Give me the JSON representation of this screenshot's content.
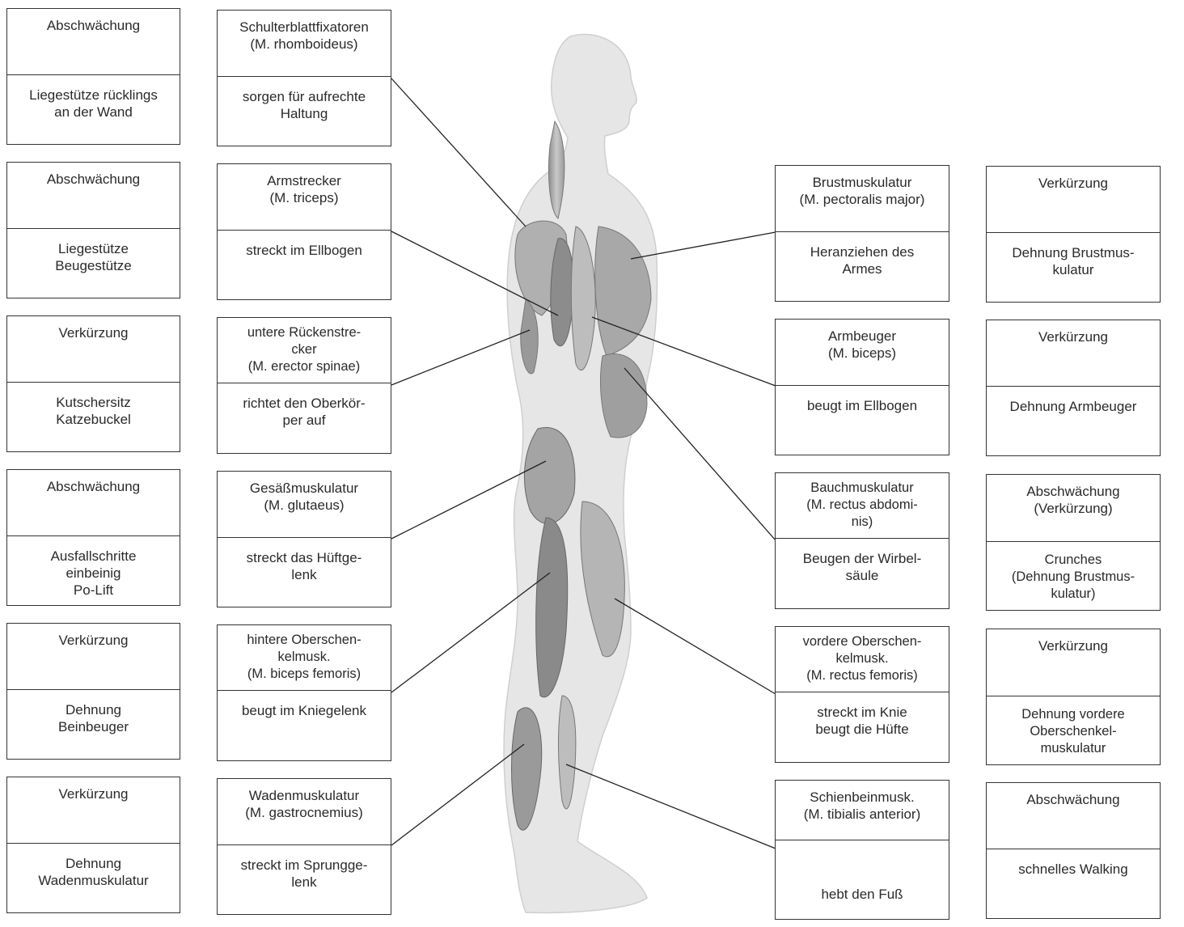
{
  "figure": "muscle-figure",
  "left_pairs": [
    {
      "effect": "Abschwächung",
      "exercise": "Liegestütze rücklings\nan der Wand",
      "muscle": "Schulterblattfixatoren\n(M. rhomboideus)",
      "function": "sorgen für aufrechte\nHaltung"
    },
    {
      "effect": "Abschwächung",
      "exercise": "Liegestütze\nBeugestütze",
      "muscle": "Armstrecker\n(M. triceps)",
      "function": "streckt im Ellbogen"
    },
    {
      "effect": "Verkürzung",
      "exercise": "Kutschersitz\nKatzebuckel",
      "muscle": "untere Rückenstre-\ncker\n(M. erector spinae)",
      "function": "richtet den Oberkör-\nper auf"
    },
    {
      "effect": "Abschwächung",
      "exercise": "Ausfallschritte\neinbeinig\nPo-Lift",
      "muscle": "Gesäßmuskulatur\n(M. glutaeus)",
      "function": "streckt das Hüftge-\nlenk"
    },
    {
      "effect": "Verkürzung",
      "exercise": "Dehnung\nBeinbeuger",
      "muscle": "hintere Oberschen-\nkelmusk.\n(M. biceps femoris)",
      "function": "beugt im Kniegelenk"
    },
    {
      "effect": "Verkürzung",
      "exercise": "Dehnung\nWadenmuskulatur",
      "muscle": "Wadenmuskulatur\n(M. gastrocnemius)",
      "function": "streckt im Sprungge-\nlenk"
    }
  ],
  "right_pairs": [
    {
      "muscle": "Brustmuskulatur\n(M. pectoralis major)",
      "function": "Heranziehen des\nArmes",
      "effect": "Verkürzung",
      "exercise": "Dehnung Brustmus-\nkulatur"
    },
    {
      "muscle": "Armbeuger\n(M. biceps)",
      "function": "beugt im Ellbogen",
      "effect": "Verkürzung",
      "exercise": "Dehnung Armbeuger"
    },
    {
      "muscle": "Bauchmuskulatur\n(M. rectus abdomi-\nnis)",
      "function": "Beugen der Wirbel-\nsäule",
      "effect": "Abschwächung\n(Verkürzung)",
      "exercise": "Crunches\n(Dehnung Brustmus-\nkulatur)"
    },
    {
      "muscle": "vordere Oberschen-\nkelmusk.\n(M. rectus femoris)",
      "function": "streckt im Knie\nbeugt die Hüfte",
      "effect": "Verkürzung",
      "exercise": "Dehnung vordere\nOberschenkel-\nmuskulatur"
    },
    {
      "muscle": "Schienbeinmusk.\n(M. tibialis anterior)",
      "function": "hebt den Fuß",
      "effect": "Abschwächung",
      "exercise": "schnelles Walking"
    }
  ]
}
